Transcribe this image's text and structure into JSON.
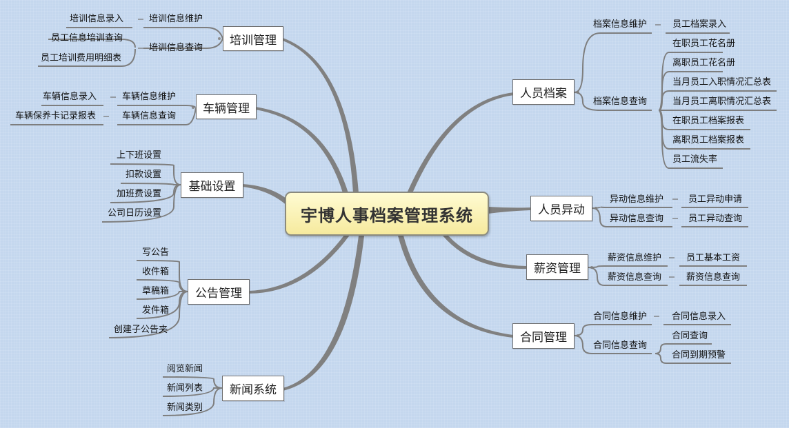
{
  "center_title": "宇博人事档案管理系统",
  "topics": {
    "peixun": {
      "label": "培训管理",
      "maintain": "培训信息维护",
      "maintain_entry": "培训信息录入",
      "query": "培训信息查询",
      "query_a": "员工信息培训查询",
      "query_b": "员工培训费用明细表"
    },
    "cheliang": {
      "label": "车辆管理",
      "maintain": "车辆信息维护",
      "maintain_entry": "车辆信息录入",
      "query": "车辆信息查询",
      "query_entry": "车辆保养卡记录报表"
    },
    "jichu": {
      "label": "基础设置",
      "items": [
        "上下班设置",
        "扣款设置",
        "加班费设置",
        "公司日历设置"
      ]
    },
    "gonggao": {
      "label": "公告管理",
      "items": [
        "写公告",
        "收件箱",
        "草稿箱",
        "发件箱",
        "创建子公告夹"
      ]
    },
    "xinwen": {
      "label": "新闻系统",
      "items": [
        "阅览新闻",
        "新闻列表",
        "新闻类别"
      ]
    },
    "dangan": {
      "label": "人员档案",
      "maintain": "档案信息维护",
      "maintain_entry": "员工档案录入",
      "query": "档案信息查询",
      "query_items": [
        "在职员工花名册",
        "离职员工花名册",
        "当月员工入职情况汇总表",
        "当月员工离职情况汇总表",
        "在职员工档案报表",
        "离职员工档案报表",
        "员工流失率"
      ]
    },
    "yidong": {
      "label": "人员异动",
      "maintain": "异动信息维护",
      "maintain_entry": "员工异动申请",
      "query": "异动信息查询",
      "query_entry": "员工异动查询"
    },
    "xinzi": {
      "label": "薪资管理",
      "maintain": "薪资信息维护",
      "maintain_entry": "员工基本工资",
      "query": "薪资信息查询",
      "query_entry": "薪资信息查询"
    },
    "hetong": {
      "label": "合同管理",
      "maintain": "合同信息维护",
      "maintain_entry": "合同信息录入",
      "query": "合同信息查询",
      "query_items": [
        "合同查询",
        "合同到期预警"
      ]
    }
  }
}
